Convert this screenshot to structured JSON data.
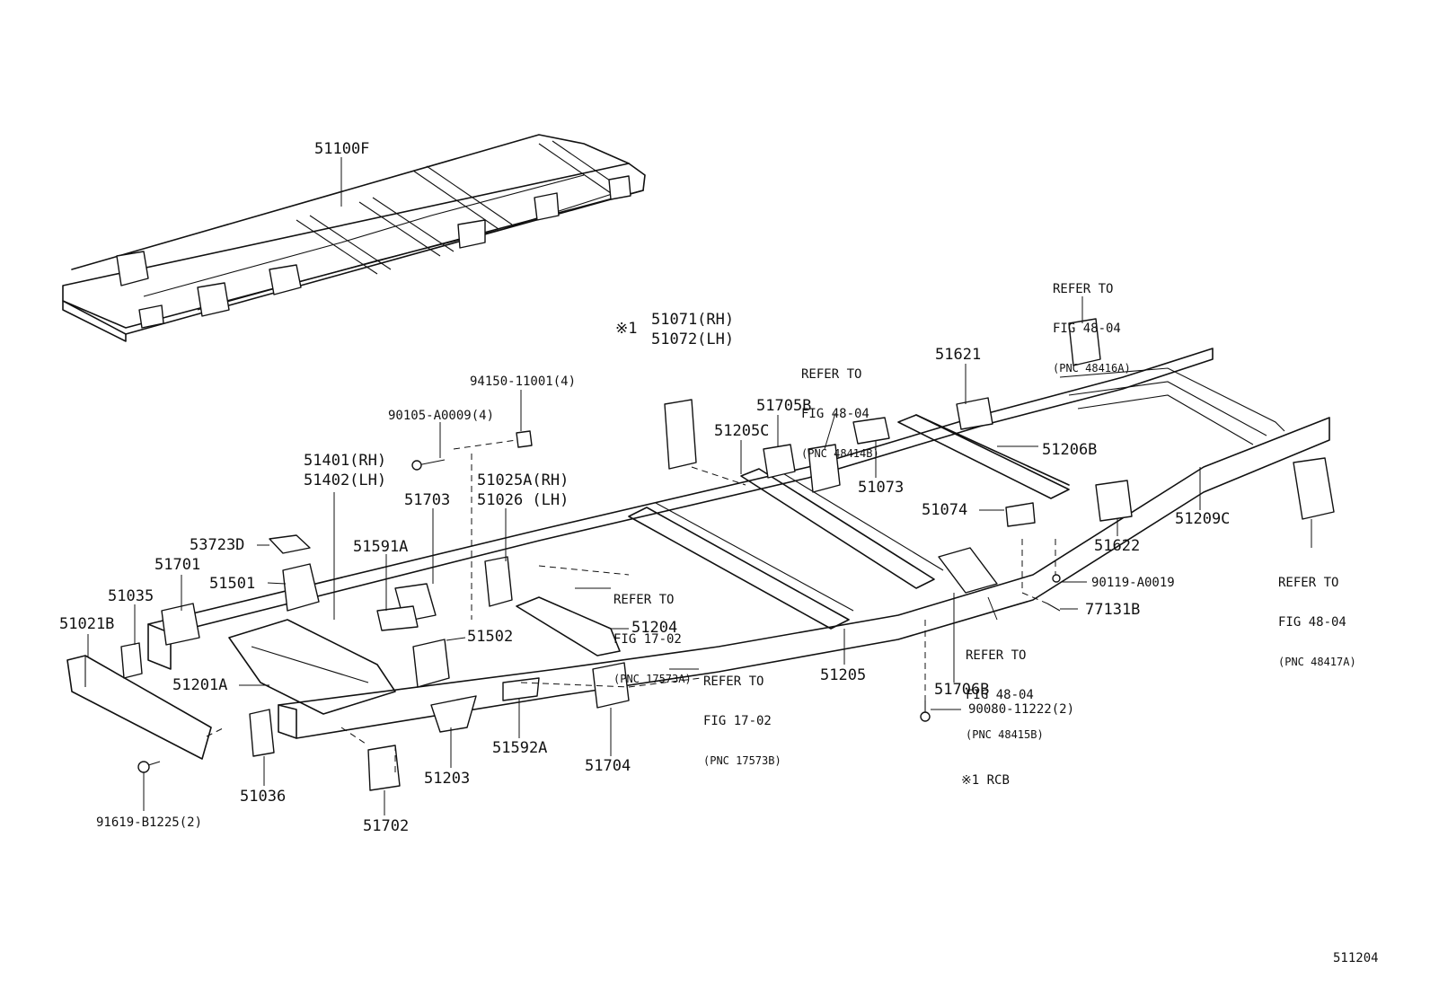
{
  "labels": {
    "p51100F": "51100F",
    "p51071": "51071(RH)",
    "p51072": "51072(LH)",
    "rcb_mark": "※1",
    "p94150": "94150-11001(4)",
    "p90105": "90105-A0009(4)",
    "p51401": "51401(RH)",
    "p51402": "51402(LH)",
    "p51703": "51703",
    "p51025A": "51025A(RH)",
    "p51026": "51026 (LH)",
    "p53723D": "53723D",
    "p51591A": "51591A",
    "p51701": "51701",
    "p51501": "51501",
    "p51035": "51035",
    "p51021B": "51021B",
    "p51201A": "51201A",
    "p51502": "51502",
    "p51204": "51204",
    "p51203": "51203",
    "p51592A": "51592A",
    "p51704": "51704",
    "p51036": "51036",
    "p51702": "51702",
    "p91619": "91619-B1225(2)",
    "p51705B": "51705B",
    "p51205C": "51205C",
    "p51621": "51621",
    "p51206B": "51206B",
    "p51073": "51073",
    "p51074": "51074",
    "p51622": "51622",
    "p51209C": "51209C",
    "p51205": "51205",
    "p51706B": "51706B",
    "p90119": "90119-A0019",
    "p77131B": "77131B",
    "p90080": "90080-11222(2)",
    "rcb_note": "※1 RCB",
    "figure_code": "511204"
  },
  "refs": {
    "r17573A": {
      "line1": "REFER TO",
      "line2": "FIG 17-02",
      "line3": "(PNC 17573A)"
    },
    "r17573B": {
      "line1": "REFER TO",
      "line2": "FIG 17-02",
      "line3": "(PNC 17573B)"
    },
    "r48414B": {
      "line1": "REFER TO",
      "line2": "FIG 48-04",
      "line3": "(PNC 48414B)"
    },
    "r48416A": {
      "line1": "REFER TO",
      "line2": "FIG 48-04",
      "line3": "(PNC 48416A)"
    },
    "r48417A": {
      "line1": "REFER TO",
      "line2": "FIG 48-04",
      "line3": "(PNC 48417A)"
    },
    "r48415B": {
      "line1": "REFER TO",
      "line2": "FIG 48-04",
      "line3": "(PNC 48415B)"
    }
  }
}
